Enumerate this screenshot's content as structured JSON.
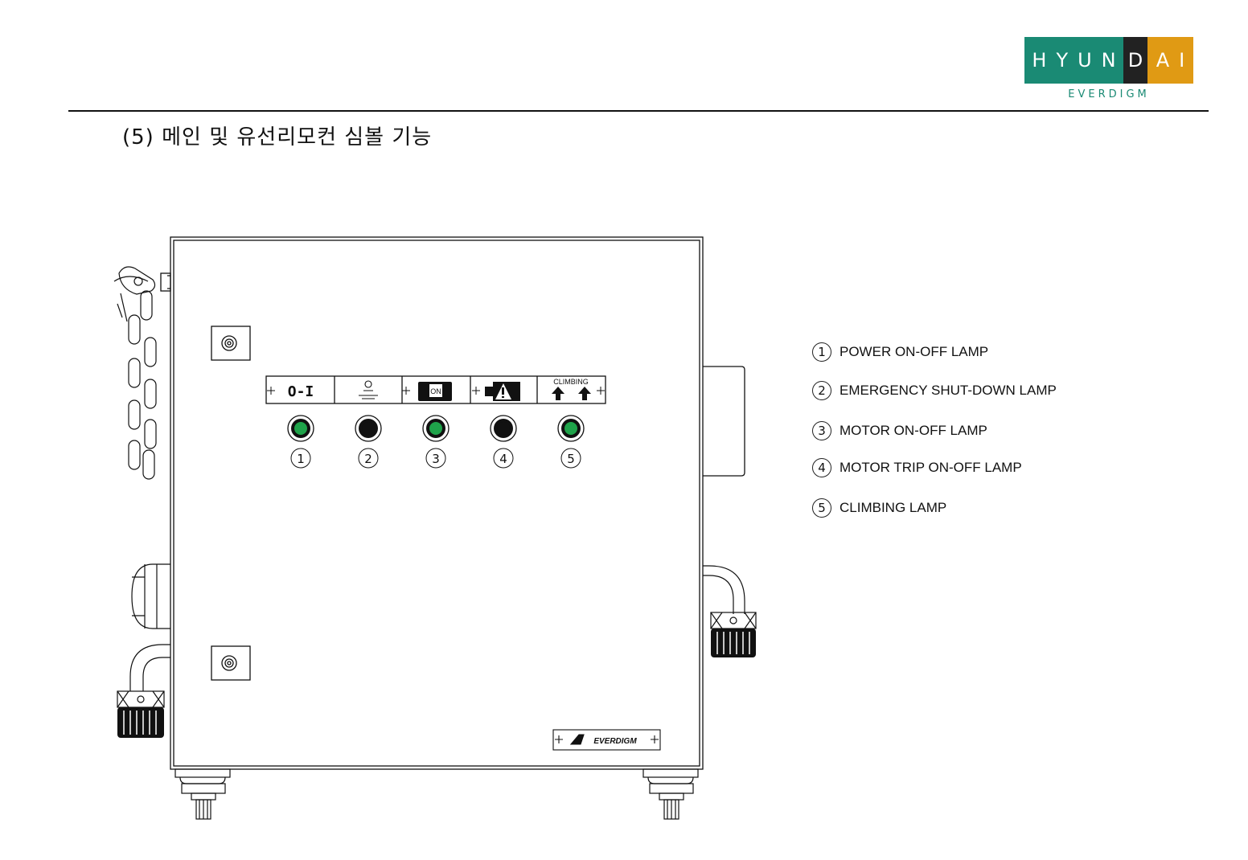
{
  "brand": {
    "logo_main_left": "HYUN",
    "logo_main_mid": "D",
    "logo_main_right": "AI",
    "logo_sub": "EVERDIGM",
    "colors": {
      "green": "#1a8a74",
      "dark": "#222222",
      "orange": "#e09a14"
    }
  },
  "section": {
    "title": "(5) 메인 및 유선리모컨 심볼 기능"
  },
  "panel": {
    "symbol_strip": {
      "climbing_label": "CLIMBING",
      "on_label": "ON",
      "power_label": "O-I"
    },
    "lamps": [
      {
        "number": "1",
        "color": "#1fa34a"
      },
      {
        "number": "2",
        "color": "#111111"
      },
      {
        "number": "3",
        "color": "#1fa34a"
      },
      {
        "number": "4",
        "color": "#111111"
      },
      {
        "number": "5",
        "color": "#1fa34a"
      }
    ],
    "nameplate": "EVERDIGM"
  },
  "legend": [
    {
      "number": "1",
      "text": "POWER ON-OFF LAMP"
    },
    {
      "number": "2",
      "text": "EMERGENCY SHUT-DOWN LAMP"
    },
    {
      "number": "3",
      "text": "MOTOR ON-OFF LAMP"
    },
    {
      "number": "4",
      "text": "MOTOR TRIP ON-OFF LAMP"
    },
    {
      "number": "5",
      "text": "CLIMBING LAMP"
    }
  ]
}
